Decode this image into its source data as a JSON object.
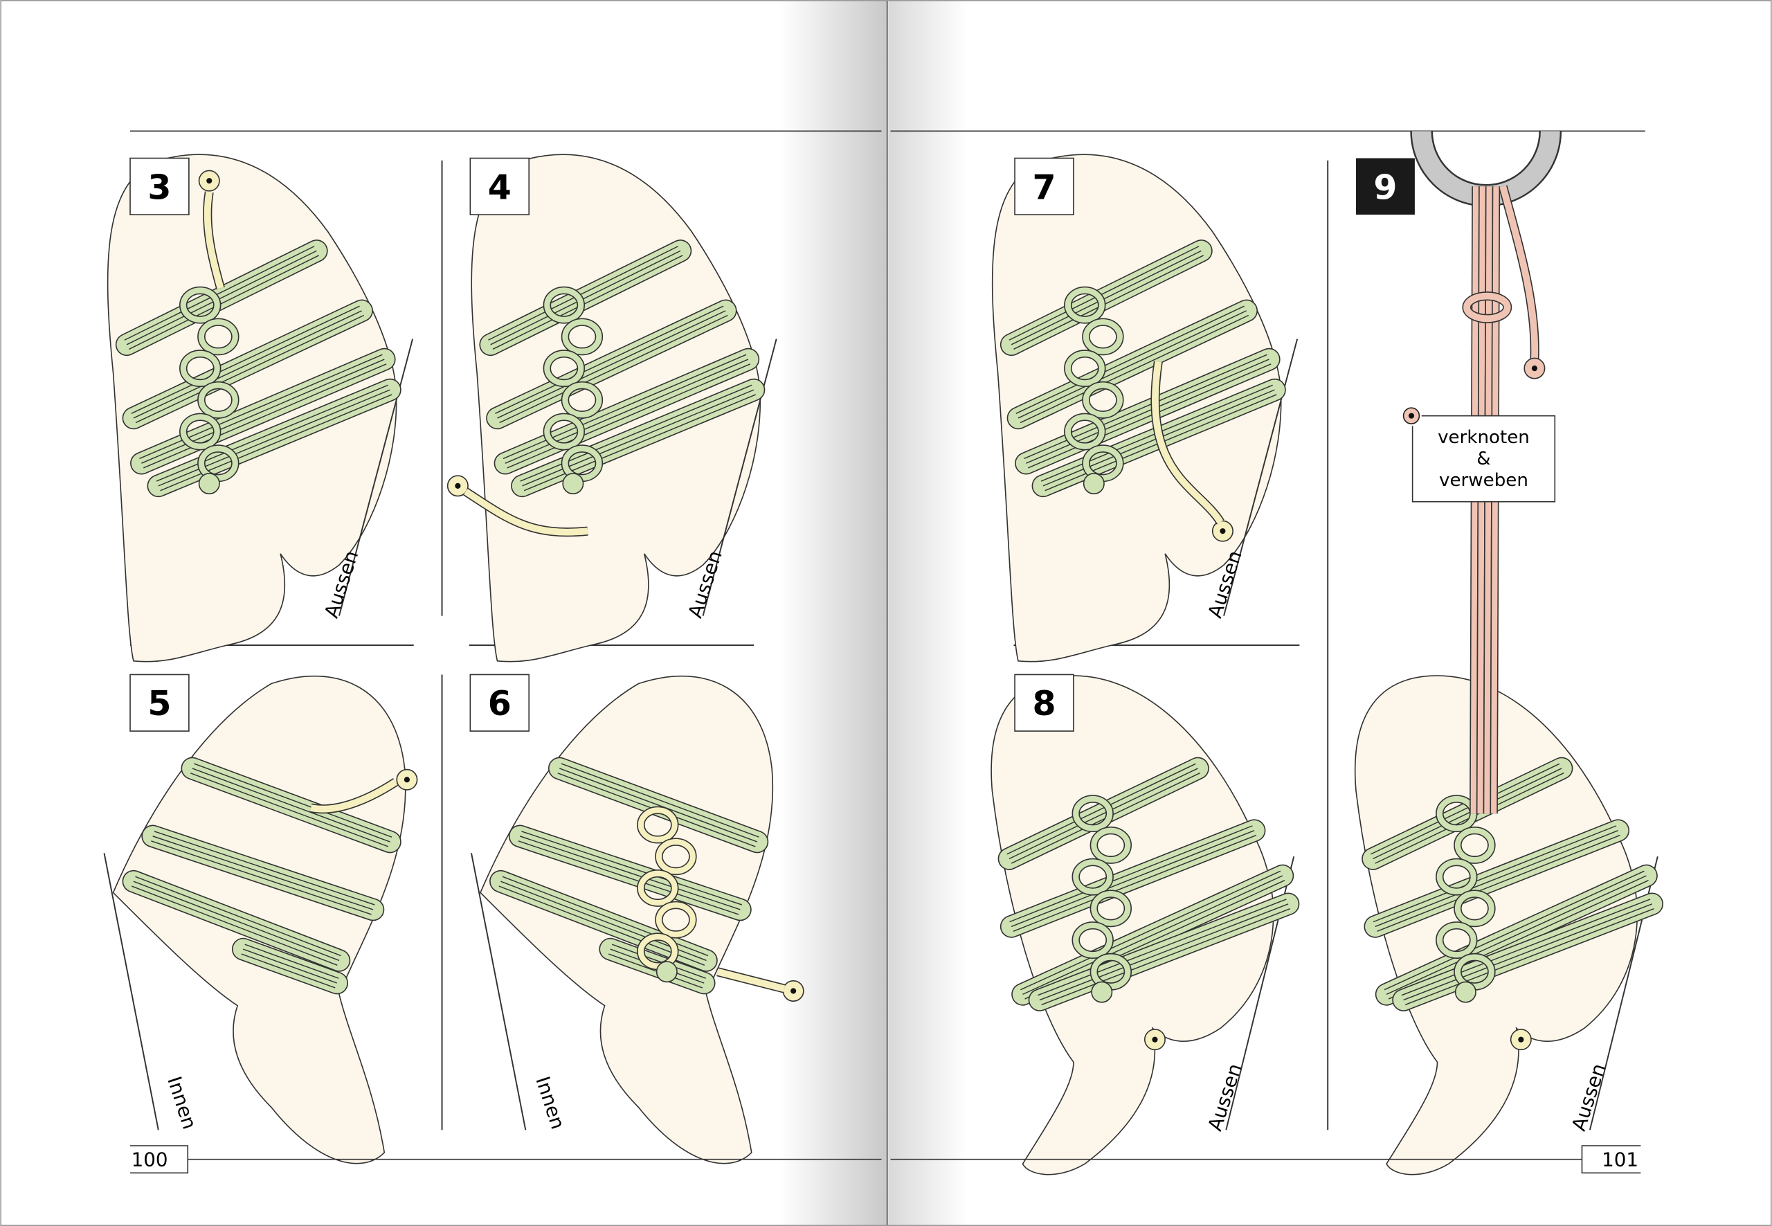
{
  "left_page": {
    "page_number": "100",
    "panels": [
      {
        "step": "3",
        "side_label": "Aussen"
      },
      {
        "step": "4",
        "side_label": "Aussen"
      },
      {
        "step": "5",
        "side_label": "Innen"
      },
      {
        "step": "6",
        "side_label": "Innen"
      }
    ]
  },
  "right_page": {
    "page_number": "101",
    "panels": [
      {
        "step": "7",
        "side_label": "Aussen"
      },
      {
        "step": "8",
        "side_label": "Aussen"
      },
      {
        "step": "9",
        "side_label": "Aussen",
        "note_line1": "verknoten",
        "note_line2": "&",
        "note_line3": "verweben"
      }
    ]
  },
  "colors": {
    "skin": "#fdf6ea",
    "rope_green": "#cfe2b4",
    "rope_yellow": "#f6efbf",
    "rope_pink": "#f0c4b4",
    "ring": "#c8c8c8"
  }
}
